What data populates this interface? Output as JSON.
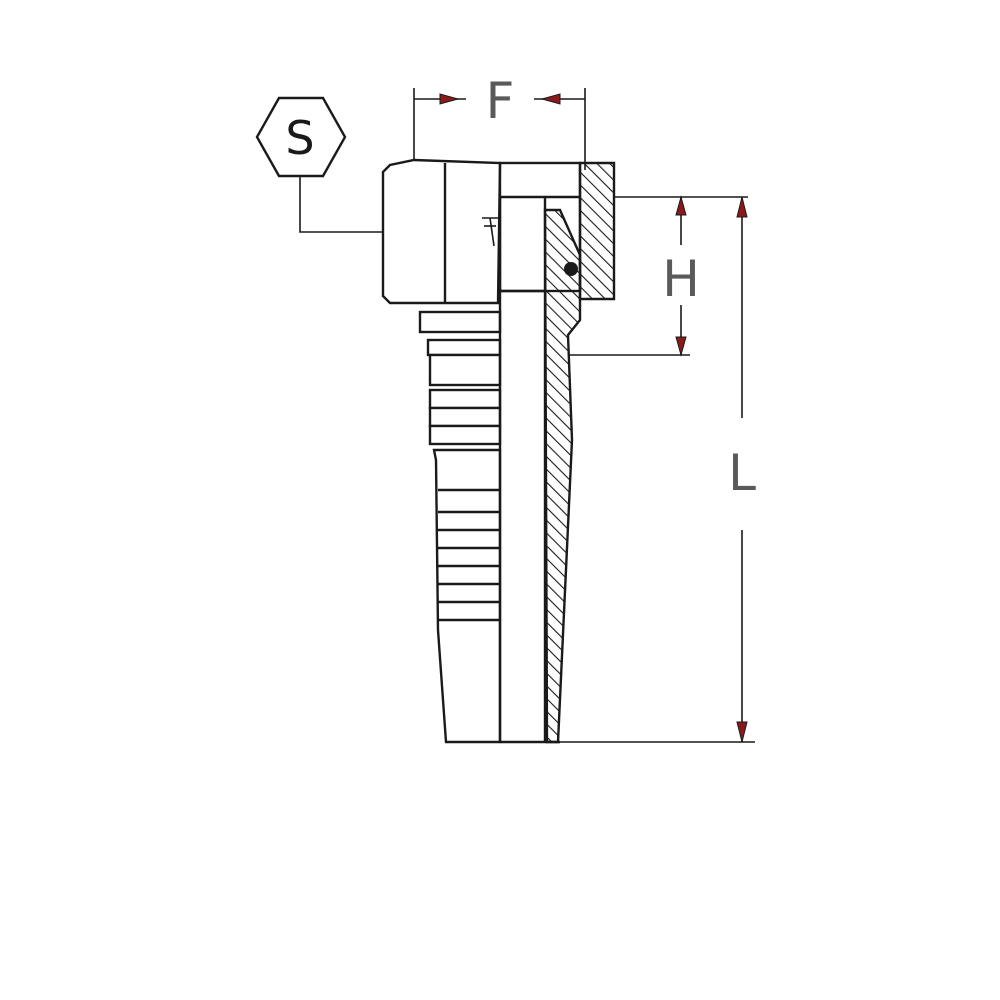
{
  "labels": {
    "hex_symbol": "S",
    "dim_f": "F",
    "dim_h": "H",
    "dim_l": "L"
  },
  "colors": {
    "line": "#1a1a1a",
    "arrow": "#8a1a1a",
    "label": "#5a5a5a"
  }
}
